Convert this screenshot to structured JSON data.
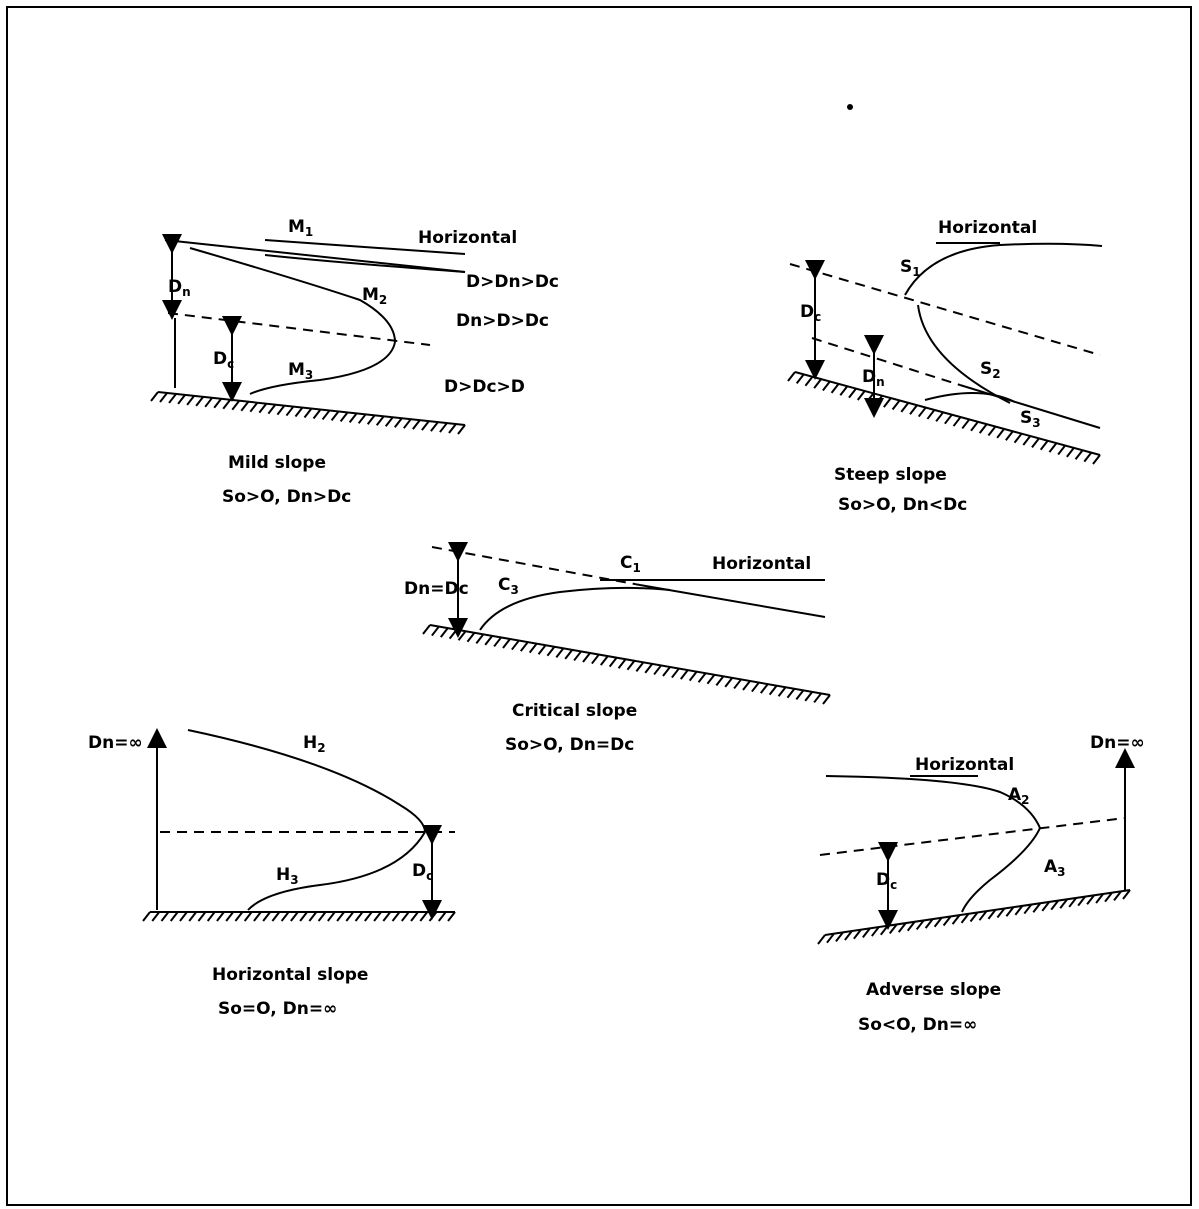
{
  "mild": {
    "curve_m1": "M",
    "curve_m1_sub": "1",
    "curve_m2": "M",
    "curve_m2_sub": "2",
    "curve_m3": "M",
    "curve_m3_sub": "3",
    "horizontal": "Horizontal",
    "dn": "D",
    "dn_sub": "n",
    "dc": "D",
    "dc_sub": "c",
    "zone1": "D>Dn>Dc",
    "zone2": "Dn>D>Dc",
    "zone3": "D>Dc>D",
    "caption": "Mild   slope",
    "condition": "So>O, Dn>Dc"
  },
  "steep": {
    "horizontal": "Horizontal",
    "curve_s1": "S",
    "curve_s1_sub": "1",
    "curve_s2": "S",
    "curve_s2_sub": "2",
    "curve_s3": "S",
    "curve_s3_sub": "3",
    "dc": "D",
    "dc_sub": "c",
    "dn": "D",
    "dn_sub": "n",
    "caption": "Steep  slope",
    "condition": "So>O, Dn<Dc"
  },
  "critical": {
    "curve_c1": "C",
    "curve_c1_sub": "1",
    "curve_c3": "C",
    "curve_c3_sub": "3",
    "horizontal": "Horizontal",
    "dn_dc": "Dn=Dc",
    "caption": "Critical  slope",
    "condition": "So>O, Dn=Dc"
  },
  "horizontal_slope": {
    "dn_inf": "Dn=∞",
    "curve_h2": "H",
    "curve_h2_sub": "2",
    "curve_h3": "H",
    "curve_h3_sub": "3",
    "dc": "D",
    "dc_sub": "c",
    "caption": "Horizontal slope",
    "condition": "So=O, Dn=∞"
  },
  "adverse": {
    "dn_inf": "Dn=∞",
    "horizontal": "Horizontal",
    "curve_a2": "A",
    "curve_a2_sub": "2",
    "curve_a3": "A",
    "curve_a3_sub": "3",
    "dc": "D",
    "dc_sub": "c",
    "caption": "Adverse  slope",
    "condition": "So<O, Dn=∞"
  }
}
